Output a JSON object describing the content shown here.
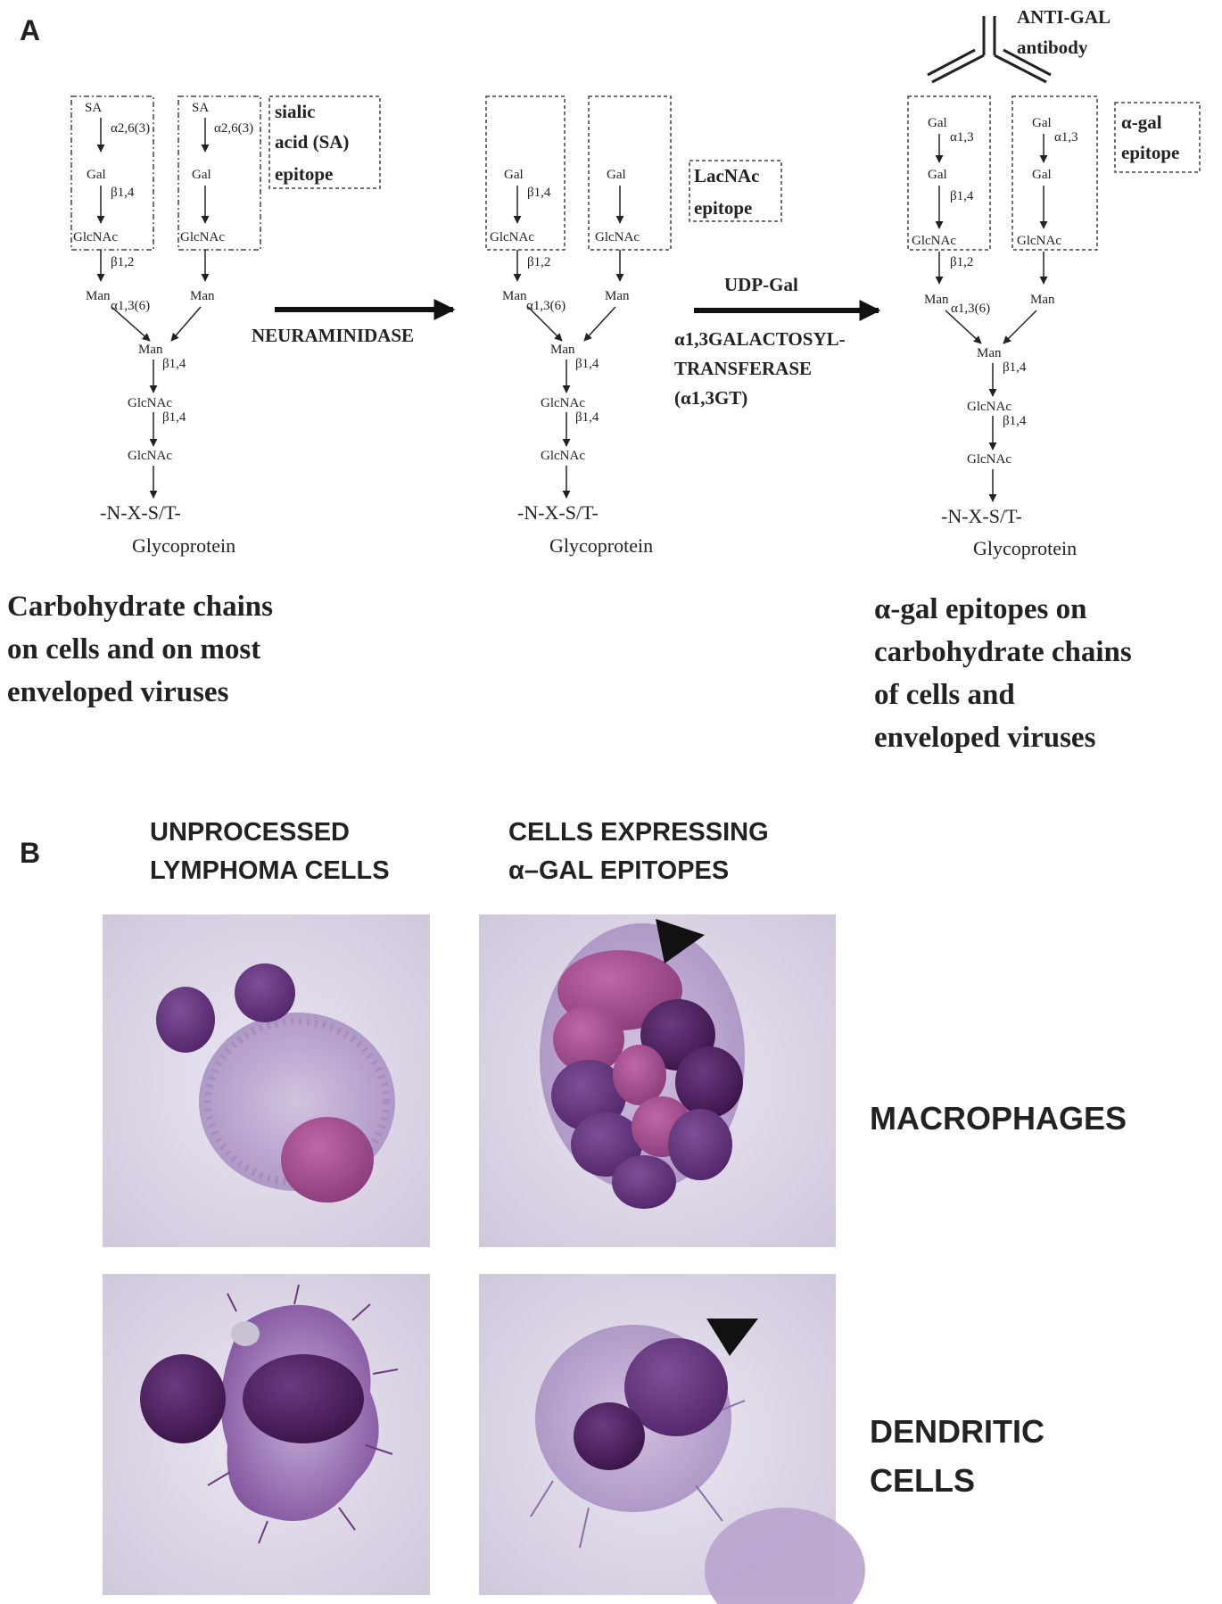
{
  "panel_a": {
    "label": "A",
    "chains": [
      {
        "branches": [
          {
            "nodes": [
              "SA",
              "Gal",
              "GlcNAc",
              "Man"
            ],
            "links": [
              "α2,6(3)",
              "β1,4",
              "β1,2",
              "α1,3(6)"
            ]
          },
          {
            "nodes": [
              "SA",
              "Gal",
              "GlcNAc",
              "Man"
            ],
            "links": [
              "α2,6(3)",
              "",
              "",
              ""
            ]
          }
        ],
        "core": {
          "nodes": [
            "Man",
            "GlcNAc",
            "GlcNAc"
          ],
          "links": [
            "β1,4",
            "β1,4",
            ""
          ]
        },
        "anchor": [
          "-N-X-S/T-",
          "Glycoprotein"
        ],
        "epitope_label": [
          "sialic",
          "acid (SA)",
          "epitope"
        ]
      },
      {
        "branches": [
          {
            "nodes": [
              "Gal",
              "GlcNAc",
              "Man"
            ],
            "links": [
              "β1,4",
              "β1,2",
              "α1,3(6)"
            ]
          },
          {
            "nodes": [
              "Gal",
              "GlcNAc",
              "Man"
            ],
            "links": [
              "",
              "",
              ""
            ]
          }
        ],
        "core": {
          "nodes": [
            "Man",
            "GlcNAc",
            "GlcNAc"
          ],
          "links": [
            "β1,4",
            "β1,4",
            ""
          ]
        },
        "anchor": [
          "-N-X-S/T-",
          "Glycoprotein"
        ],
        "epitope_label": [
          "LacNAc",
          "epitope"
        ]
      },
      {
        "branches": [
          {
            "nodes": [
              "Gal",
              "Gal",
              "GlcNAc",
              "Man"
            ],
            "links": [
              "α1,3",
              "β1,4",
              "β1,2",
              "α1,3(6)"
            ]
          },
          {
            "nodes": [
              "Gal",
              "Gal",
              "GlcNAc",
              "Man"
            ],
            "links": [
              "α1,3",
              "",
              "",
              ""
            ]
          }
        ],
        "core": {
          "nodes": [
            "Man",
            "GlcNAc",
            "GlcNAc"
          ],
          "links": [
            "β1,4",
            "β1,4",
            ""
          ]
        },
        "anchor": [
          "-N-X-S/T-",
          "Glycoprotein"
        ],
        "epitope_label": [
          "α-gal",
          "epitope"
        ]
      }
    ],
    "enzyme_1": [
      "NEURAMINIDASE"
    ],
    "enzyme_2": [
      "UDP-Gal",
      "α1,3GALACTOSYL-",
      "TRANSFERASE",
      "(α1,3GT)"
    ],
    "antibody_label": [
      "ANTI-GAL",
      "antibody"
    ],
    "caption_left": [
      "Carbohydrate chains",
      "on cells and on most",
      "enveloped viruses"
    ],
    "caption_right": [
      "α-gal epitopes on",
      "carbohydrate chains",
      "of cells and",
      "enveloped viruses"
    ]
  },
  "panel_b": {
    "label": "B",
    "column_headers": [
      [
        "UNPROCESSED",
        "LYMPHOMA  CELLS"
      ],
      [
        "CELLS EXPRESSING",
        "α–GAL EPITOPES"
      ]
    ],
    "row_labels": [
      [
        "MACROPHAGES"
      ],
      [
        "DENDRITIC",
        "CELLS"
      ]
    ]
  },
  "colors": {
    "ink": "#222222",
    "micrograph_background": "#ddd8e6",
    "nucleus_dark": "#4a1f5c",
    "nucleus_pink": "#a24d8c",
    "cytoplasm": "#b9a3cd"
  }
}
